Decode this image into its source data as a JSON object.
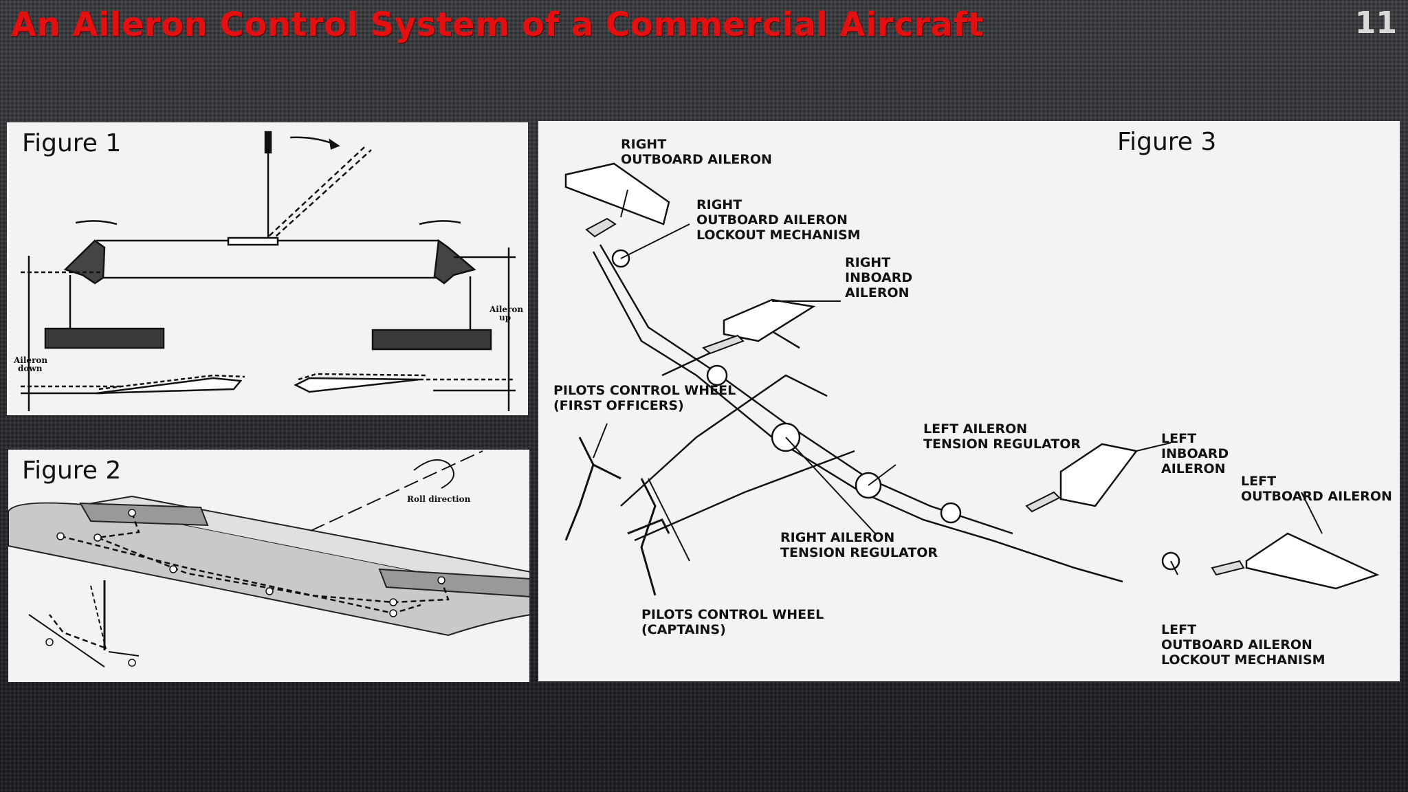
{
  "slide": {
    "title": "An Aileron Control System of a Commercial Aircraft",
    "number": "11"
  },
  "figure1": {
    "label": "Figure 1",
    "aileron_up": [
      "Aileron",
      "up"
    ],
    "aileron_down": [
      "Aileron",
      "down"
    ]
  },
  "figure2": {
    "label": "Figure 2",
    "roll_direction": "Roll direction"
  },
  "figure3": {
    "label": "Figure 3",
    "callouts": {
      "right_outboard_aileron": [
        "RIGHT",
        "OUTBOARD AILERON"
      ],
      "right_outboard_lockout": [
        "RIGHT",
        "OUTBOARD AILERON",
        "LOCKOUT MECHANISM"
      ],
      "right_inboard_aileron": [
        "RIGHT",
        "INBOARD",
        "AILERON"
      ],
      "pilots_wheel_fo": [
        "PILOTS CONTROL WHEEL",
        "(FIRST OFFICERS)"
      ],
      "left_tension_regulator": [
        "LEFT AILERON",
        "TENSION REGULATOR"
      ],
      "left_inboard_aileron": [
        "LEFT",
        "INBOARD",
        "AILERON"
      ],
      "left_outboard_aileron": [
        "LEFT",
        "OUTBOARD AILERON"
      ],
      "right_tension_regulator": [
        "RIGHT AILERON",
        "TENSION REGULATOR"
      ],
      "pilots_wheel_captains": [
        "PILOTS CONTROL WHEEL",
        "(CAPTAINS)"
      ],
      "left_outboard_lockout": [
        "LEFT",
        "OUTBOARD AILERON",
        "LOCKOUT MECHANISM"
      ]
    }
  }
}
